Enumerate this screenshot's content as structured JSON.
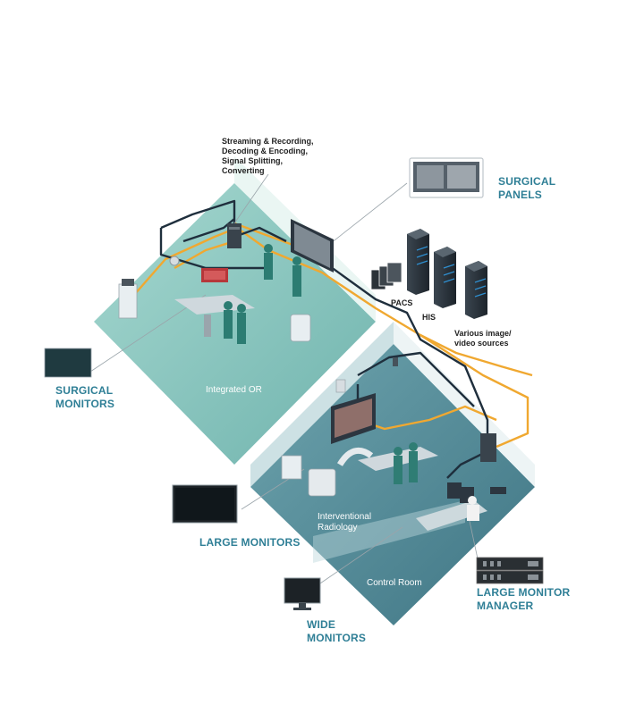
{
  "labels": {
    "streaming_line1": "Streaming & Recording,",
    "streaming_line2": "Decoding & Encoding,",
    "streaming_line3": "Signal Splitting,",
    "streaming_line4": "Converting",
    "surgical_panels_line1": "SURGICAL",
    "surgical_panels_line2": "PANELS",
    "pacs": "PACS",
    "his": "HIS",
    "various_line1": "Various image/",
    "various_line2": "video sources",
    "surgical_monitors_line1": "SURGICAL",
    "surgical_monitors_line2": "MONITORS",
    "integrated_or": "Integrated OR",
    "interventional_line1": "Interventional",
    "interventional_line2": "Radiology",
    "large_monitors": "LARGE MONITORS",
    "control_room": "Control Room",
    "lmm_line1": "LARGE MONITOR",
    "lmm_line2": "MANAGER",
    "wide_line1": "WIDE",
    "wide_line2": "MONITORS"
  },
  "colors": {
    "teal_or": "#8cc9c2",
    "teal_ir": "#5f97a3",
    "label_teal": "#2f7f96",
    "cable_orange": "#f0a830",
    "cable_dark": "#1f2f3d"
  },
  "icons": [
    "surgical-panel-icon",
    "server-icon",
    "surgical-monitor-icon",
    "large-monitor-icon",
    "wide-monitor-icon",
    "monitor-manager-icon"
  ]
}
